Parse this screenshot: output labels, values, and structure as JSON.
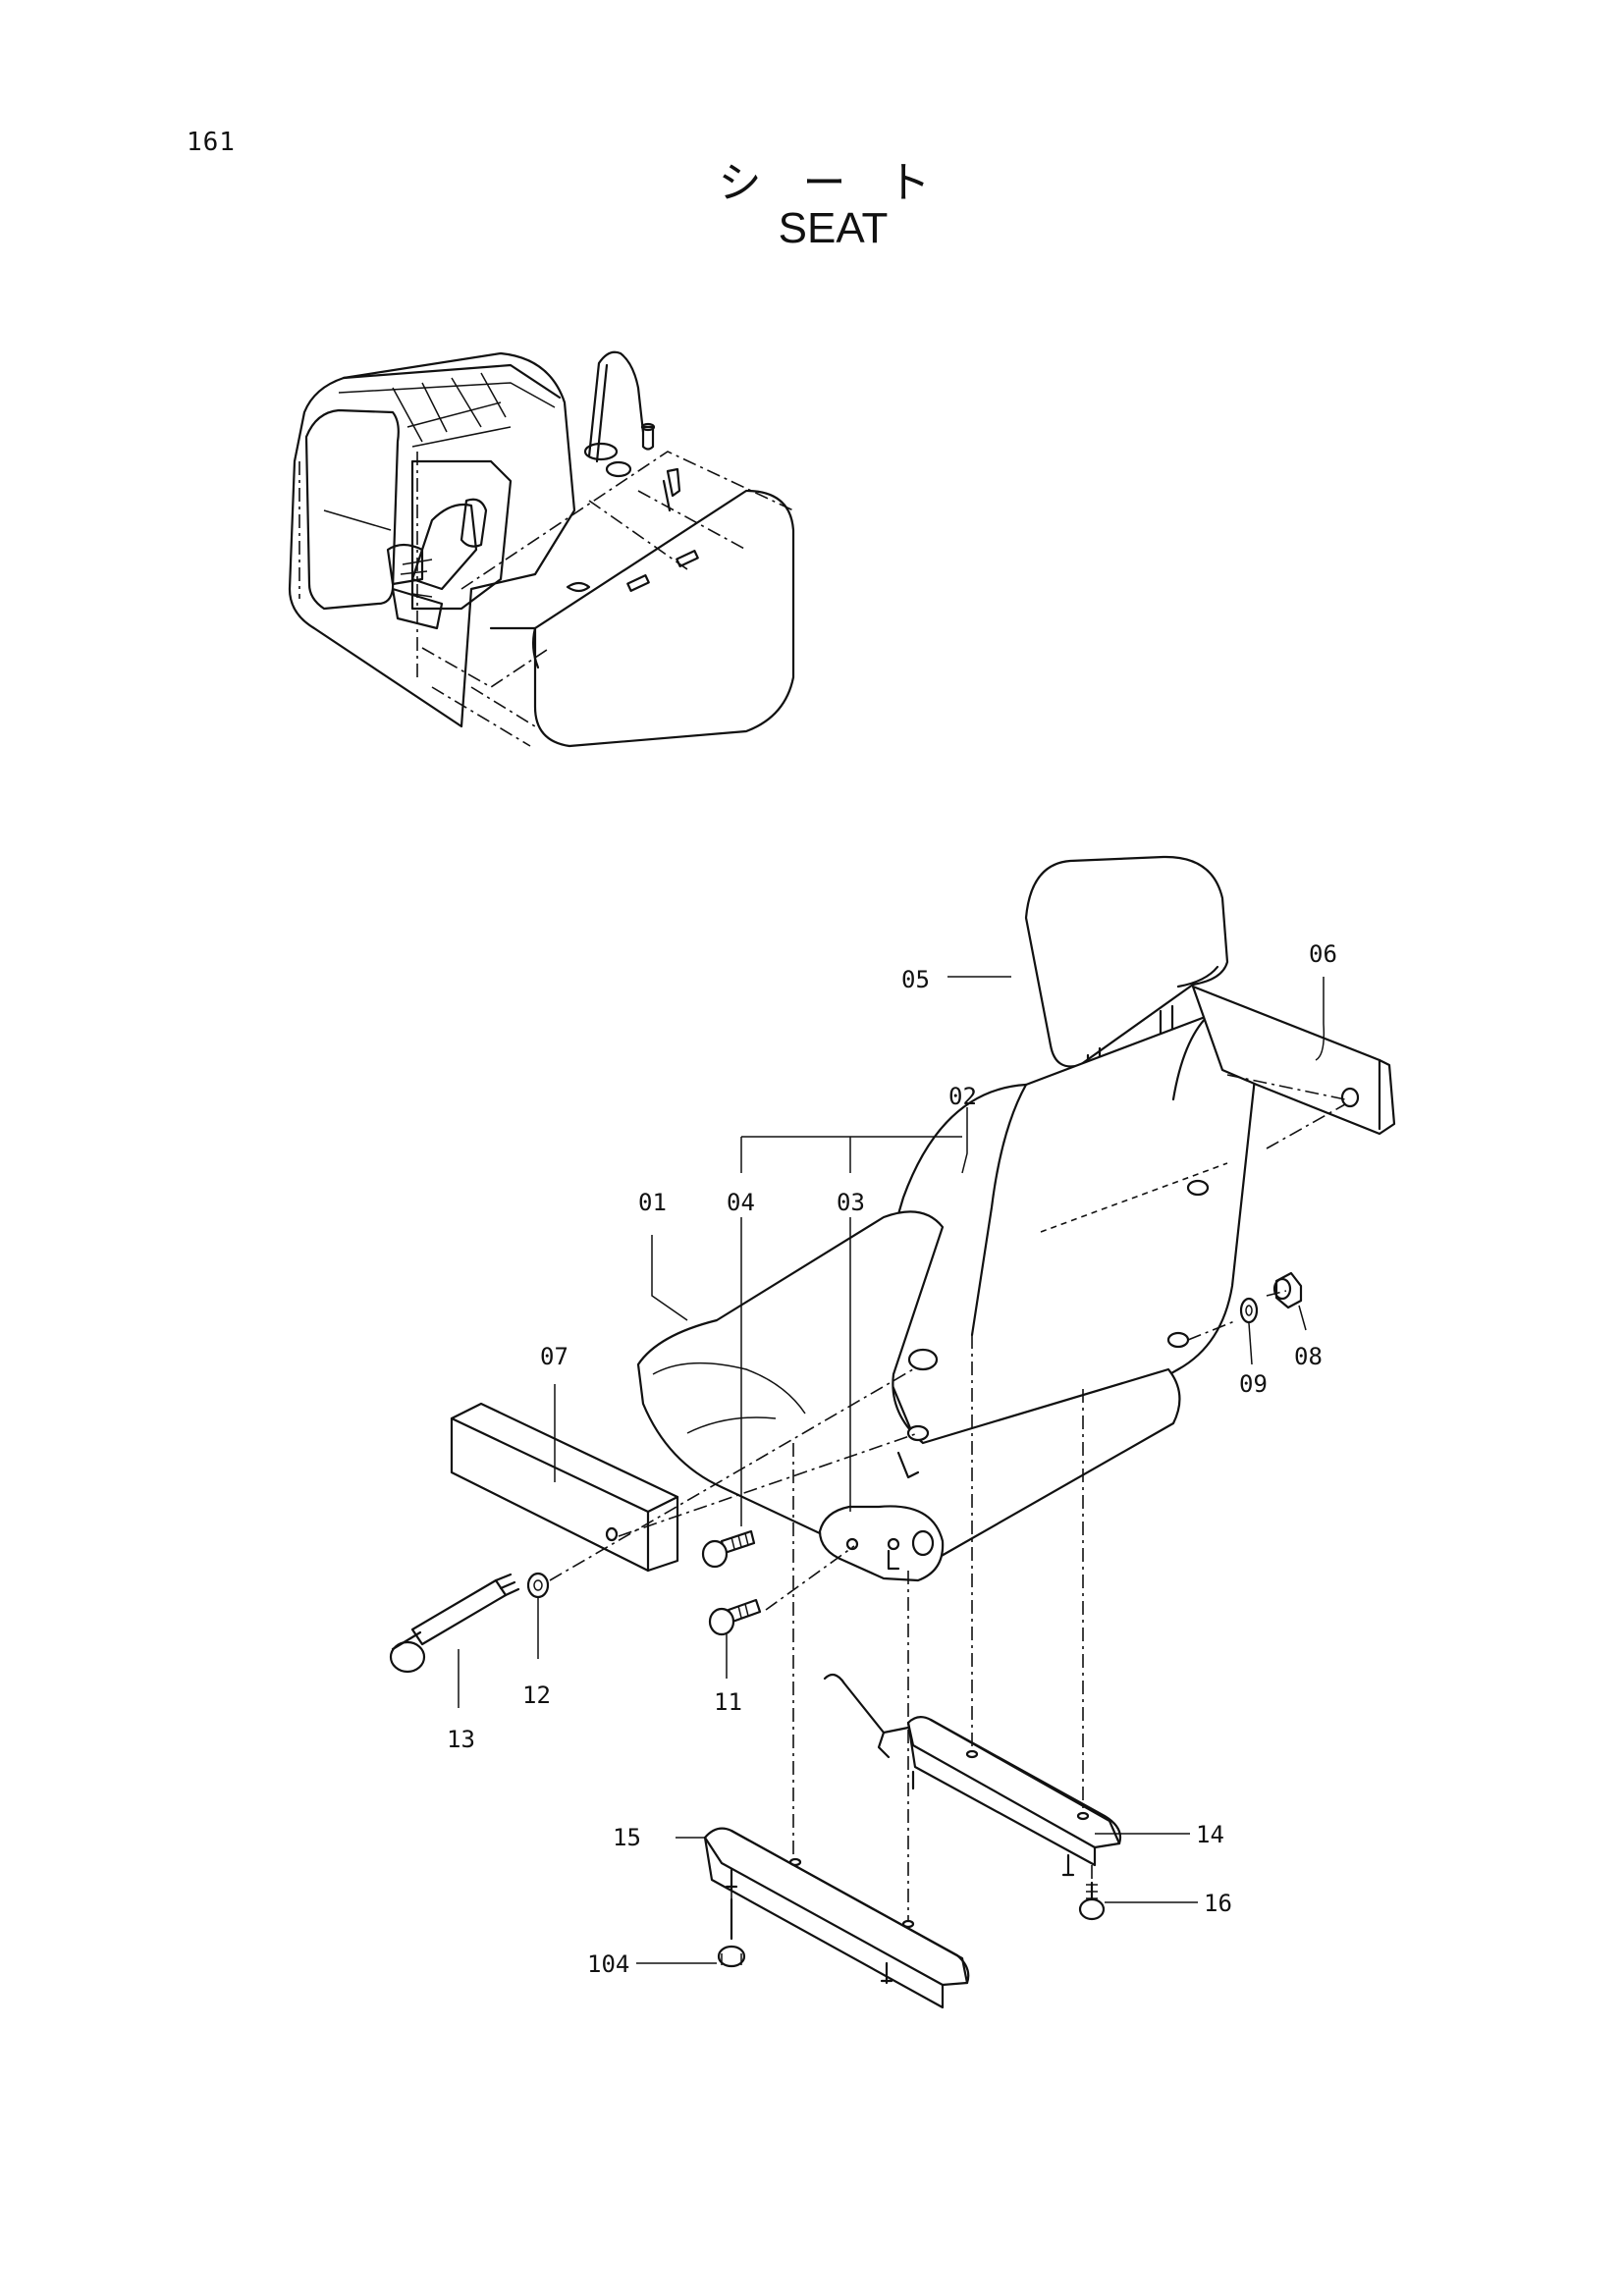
{
  "page_number": "161",
  "title_jp": "シ ー ト",
  "title_en": "SEAT",
  "callouts": {
    "c01": "01",
    "c02": "02",
    "c03": "03",
    "c04": "04",
    "c05": "05",
    "c06": "06",
    "c07": "07",
    "c08": "08",
    "c09": "09",
    "c11": "11",
    "c12": "12",
    "c13": "13",
    "c14": "14",
    "c15": "15",
    "c16": "16",
    "c104": "104"
  }
}
